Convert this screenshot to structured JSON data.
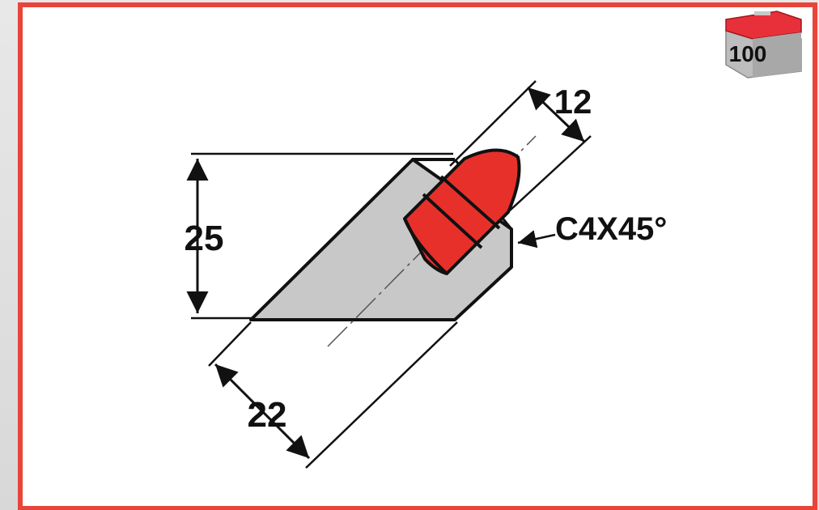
{
  "drawing": {
    "dimension_height": "25",
    "dimension_width": "22",
    "dimension_tip": "12",
    "chamfer_note": "C4X45°"
  },
  "package": {
    "quantity_label": "100",
    "box_color": "#b8b8b8",
    "lid_color": "#e8303a"
  },
  "colors": {
    "frame": "#e8453a",
    "body": "#c8c8c8",
    "tip": "#e8302a",
    "line": "#111111"
  }
}
